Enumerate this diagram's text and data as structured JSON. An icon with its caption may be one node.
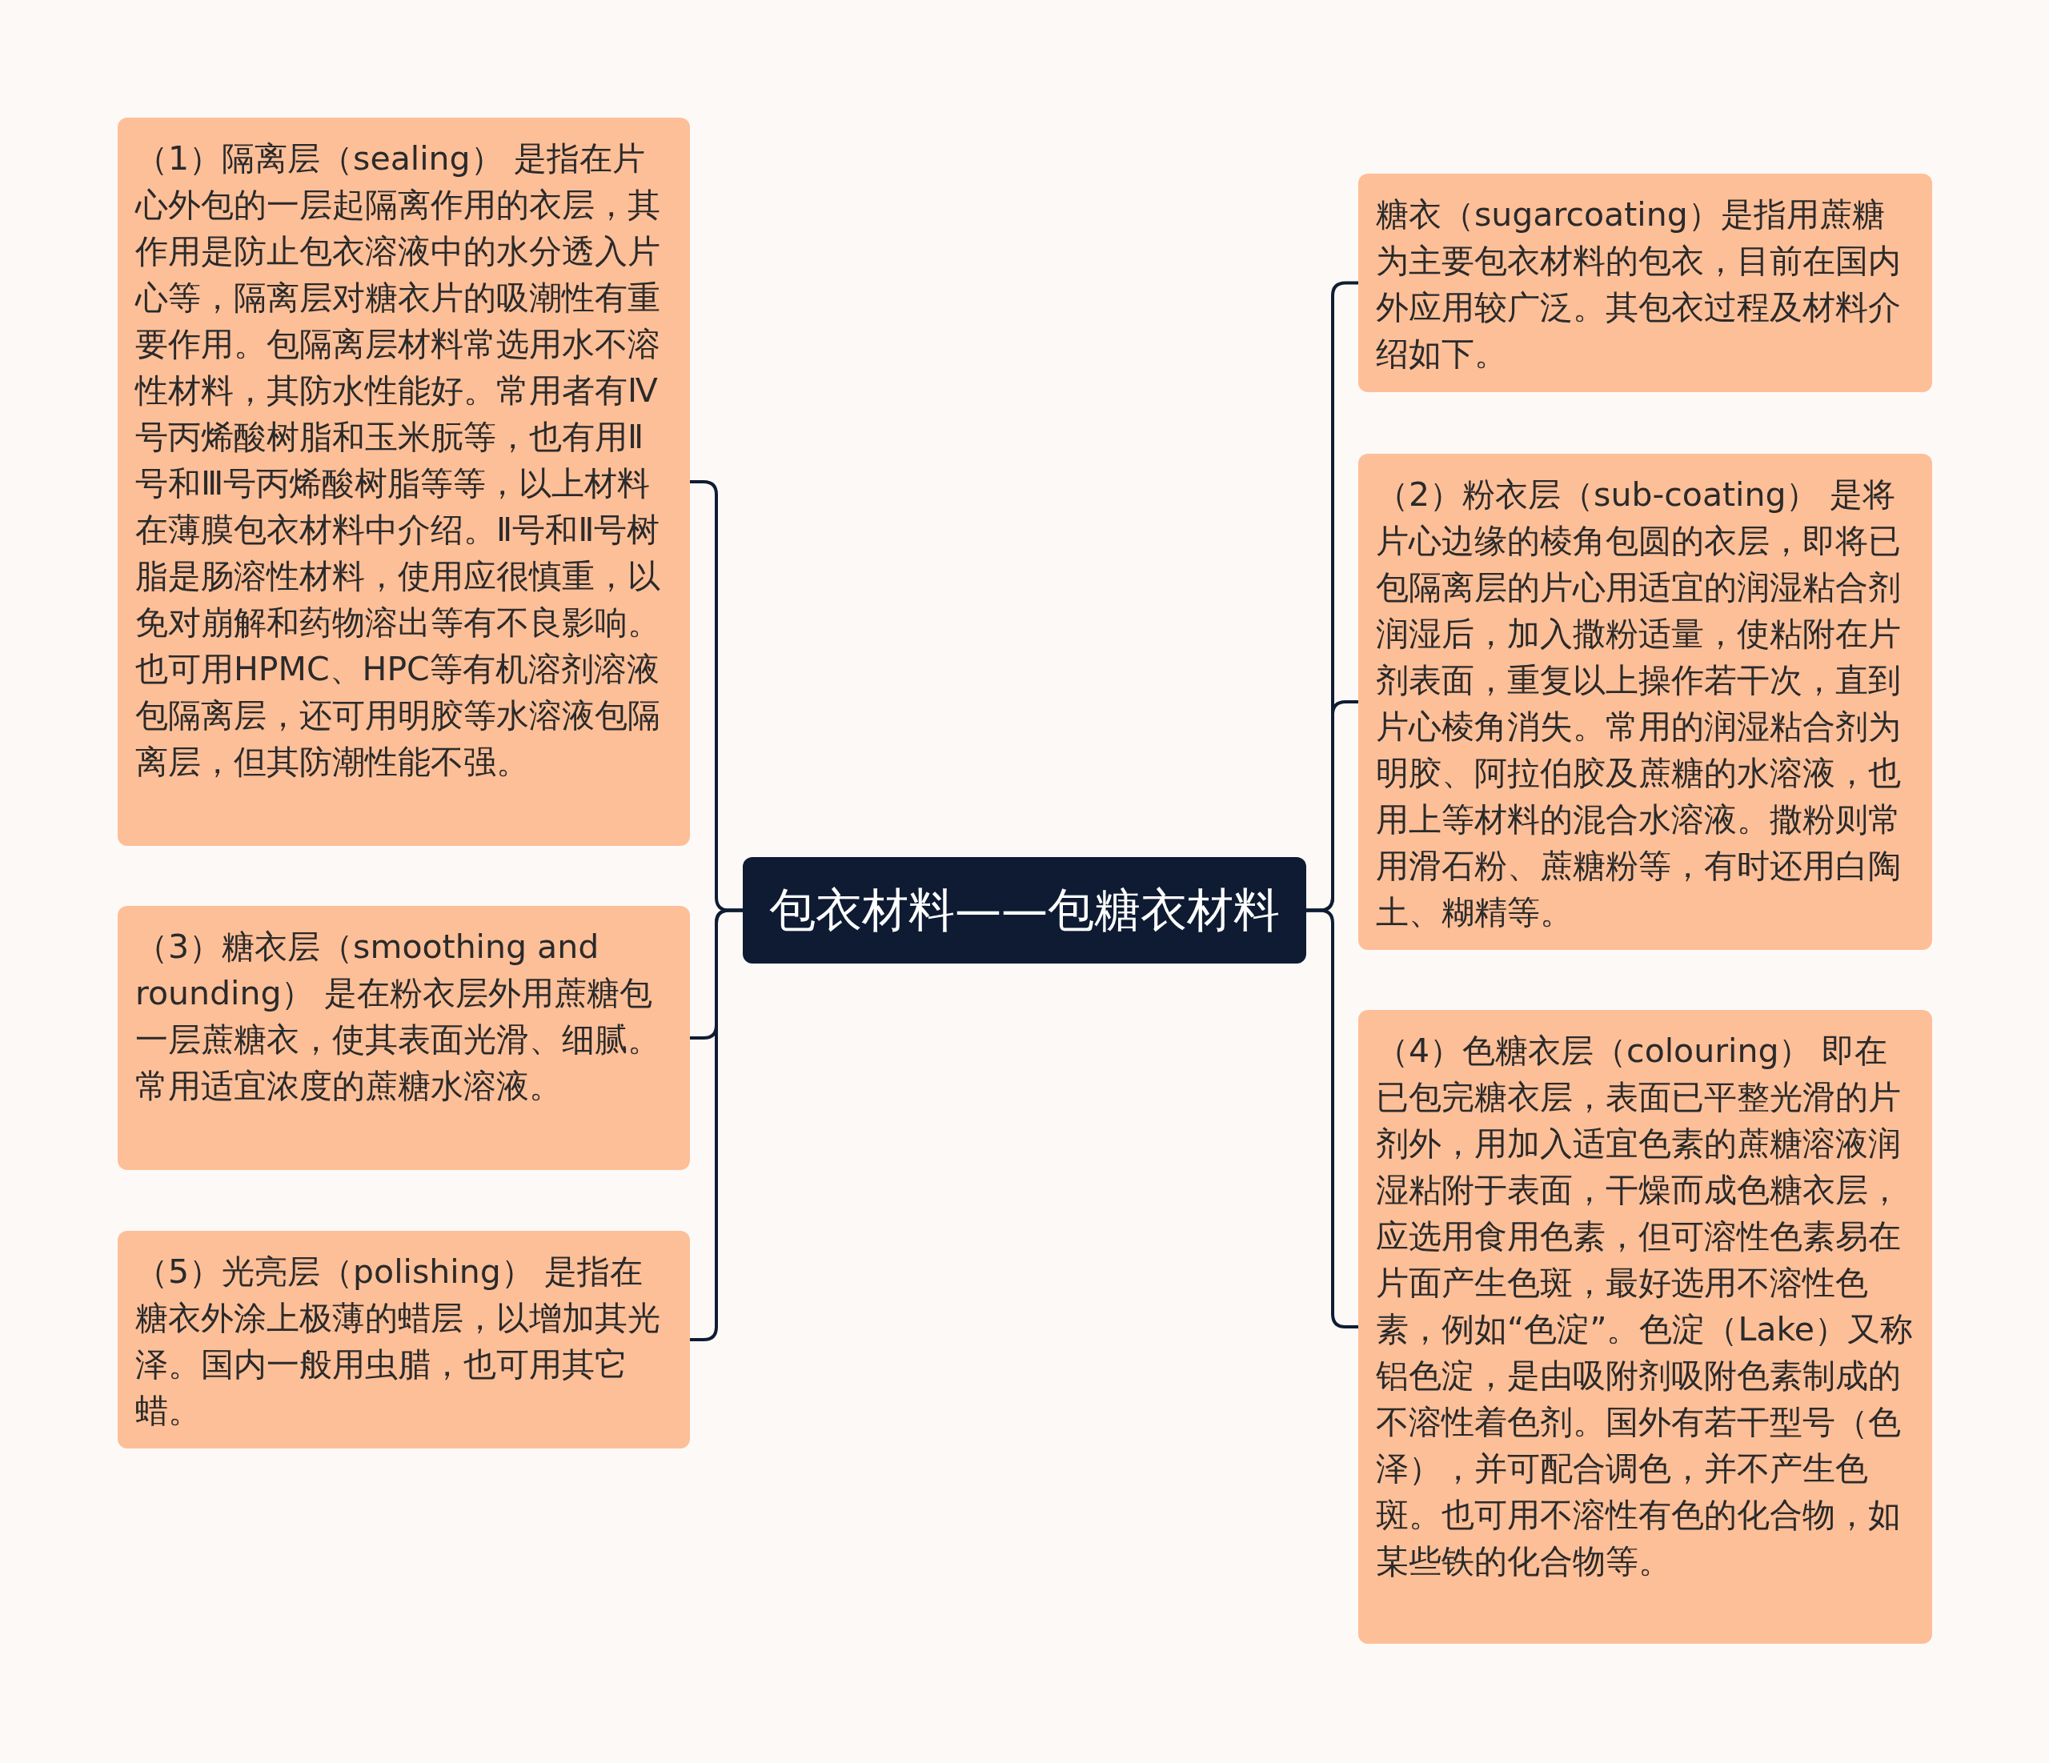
{
  "diagram": {
    "nodes": [
      {
        "text": [
          "包衣材料——包糖衣材料"
        ]
      },
      {
        "text": [
          "（1）隔离层（sealing） 是指在片心外包的一层起隔离作用的衣层，其作用是防止包衣溶液中的水分透入片心等，隔离层对糖衣片的吸潮性有重要作用。包隔离层材料常选用水不溶性材料，其防水性能好。常用者有Ⅳ号丙烯酸树脂和玉米朊等，也有用Ⅱ号和Ⅲ号丙烯酸树脂等等，以上材料在薄膜包衣材料中介绍。Ⅱ号和Ⅱ号树脂是肠溶性材料，使用应很慎重，以免对崩解和药物溶出等有不良影响。也可用HPMC、HPC等有机溶剂溶液包隔离层，还可用明胶等水溶液包隔离层，但其防潮性能不强。"
        ]
      },
      {
        "text": [
          "（3）糖衣层（smoothing and rounding） 是在粉衣层外用蔗糖包一层蔗糖衣，使其表面光滑、细腻。常用适宜浓度的蔗糖水溶液。"
        ]
      },
      {
        "text": [
          "（5）光亮层（polishing） 是指在糖衣外涂上极薄的蜡层，以增加其光泽。国内一般用虫腊，也可用其它蜡。"
        ]
      },
      {
        "text": [
          "糖衣（sugarcoating）是指用蔗糖为主要包衣材料的包衣，目前在国内外应用较广泛。其包衣过程及材料介绍如下。"
        ]
      },
      {
        "text": [
          "（2）粉衣层（sub-coating） 是将片心边缘的棱角包圆的衣层，即将已包隔离层的片心用适宜的润湿粘合剂润湿后，加入撒粉适量，使粘附在片剂表面，重复以上操作若干次，直到片心棱角消失。常用的润湿粘合剂为明胶、阿拉伯胶及蔗糖的水溶液，也用上等材料的混合水溶液。撒粉则常用滑石粉、蔗糖粉等，有时还用白陶土、糊精等。"
        ]
      },
      {
        "text": [
          "（4）色糖衣层（colouring） 即在已包完糖衣层，表面已平整光滑的片剂外，用加入适宜色素的蔗糖溶液润湿粘附于表面，干燥而成色糖衣层，应选用食用色素，但可溶性色素易在片面产生色斑，最好选用不溶性色素，例如“色淀”。色淀（Lake）又称铝色淀，是由吸附剂吸附色素制成的不溶性着色剂。国外有若干型号（色泽），并可配合调色，并不产生色斑。也可用不溶性有色的化合物，如某些铁的化合物等。"
        ]
      }
    ],
    "edges": [
      {
        "from": 0,
        "to": 1,
        "arrow": "none"
      },
      {
        "from": 0,
        "to": 2,
        "arrow": "none"
      },
      {
        "from": 0,
        "to": 3,
        "arrow": "none"
      },
      {
        "from": 0,
        "to": 4,
        "arrow": "none"
      },
      {
        "from": 0,
        "to": 5,
        "arrow": "none"
      },
      {
        "from": 0,
        "to": 6,
        "arrow": "none"
      }
    ]
  }
}
